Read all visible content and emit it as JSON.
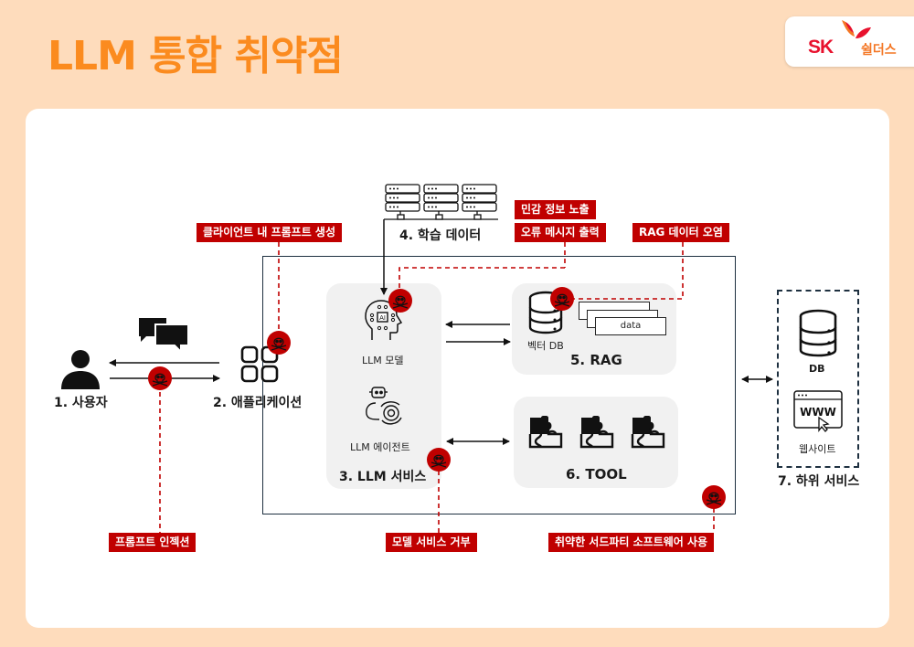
{
  "header": {
    "title": "LLM 통합 취약점",
    "logo_brand": "SK",
    "logo_sub": "쉴더스"
  },
  "colors": {
    "background": "#fedcbc",
    "title": "#fb8b1f",
    "vulnerability": "#c00000",
    "frame": "#1e3040",
    "panel": "#f1f1f1"
  },
  "nodes": {
    "user": {
      "label": "1. 사용자",
      "icon": "person-icon"
    },
    "application": {
      "label": "2. 애플리케이션",
      "icon": "app-grid-icon"
    },
    "llm_service": {
      "label": "3. LLM 서비스",
      "model_label": "LLM 모델",
      "agent_label": "LLM 에이전트"
    },
    "training_data": {
      "label": "4. 학습 데이터",
      "icon": "server-rack-icon"
    },
    "rag": {
      "label": "5. RAG",
      "vector_db_label": "벡터 DB",
      "data_card_label": "data"
    },
    "tool": {
      "label": "6. TOOL",
      "icon": "puzzle-icon"
    },
    "downstream": {
      "label": "7. 하위 서비스",
      "db_label": "DB",
      "website_label": "웹사이트",
      "www_text": "WWW"
    }
  },
  "vulnerabilities": [
    {
      "id": "client_prompt",
      "label": "클라이언트 내 프롬프트 생성"
    },
    {
      "id": "sensitive_info",
      "label": "민감 정보 노출"
    },
    {
      "id": "error_message",
      "label": "오류 메시지 출력"
    },
    {
      "id": "rag_poisoning",
      "label": "RAG 데이터 오염"
    },
    {
      "id": "prompt_injection",
      "label": "프롬프트 인젝션"
    },
    {
      "id": "model_dos",
      "label": "모델 서비스 거부"
    },
    {
      "id": "third_party",
      "label": "취약한 서드파티 소프트웨어 사용"
    }
  ]
}
